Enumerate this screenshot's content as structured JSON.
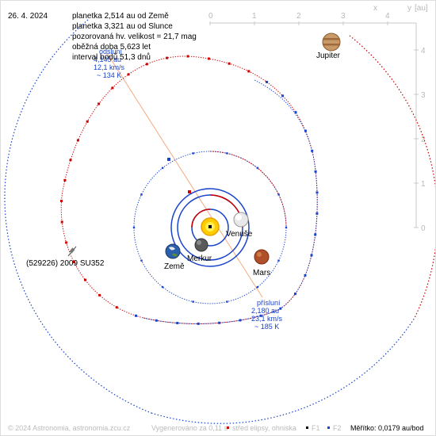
{
  "date": "26. 4. 2024",
  "info": {
    "line1": "planetka 2,514 au od Země",
    "line2": "planetka 3,321 au od Slunce",
    "line3": "pozorovaná hv. velikost = 21,7 mag",
    "line4": "oběžná doba 5,623 let",
    "line5": "interval bodů 51,3 dnů"
  },
  "axis": {
    "unit": "[au]",
    "x_label": "x",
    "y_label": "y",
    "x_ticks": [
      "0",
      "1",
      "2",
      "3",
      "4"
    ],
    "y_ticks": [
      "0",
      "1",
      "2",
      "3",
      "4"
    ]
  },
  "bodies": {
    "sun": "Slunce",
    "mercury": "Merkur",
    "venus": "Venuše",
    "earth": "Země",
    "mars": "Mars",
    "jupiter": "Jupiter",
    "asteroid": "(529226) 2009 SU352"
  },
  "aphelion": {
    "title": "odsluní",
    "distance": "4,145 au",
    "speed": "12,1 km/s",
    "temp": "~ 134 K"
  },
  "perihelion": {
    "title": "přísluní",
    "distance": "2,180 au",
    "speed": "23,1 km/s",
    "temp": "~ 185 K"
  },
  "footer": {
    "copyright": "© 2024 Astronomia, astronomia.zcu.cz",
    "generated": "Vygenerováno za 0,11 s",
    "legend_center": "střed elipsy, ohniska",
    "legend_f1": "F1",
    "legend_f2": "F2",
    "scale": "Měřítko: 0,0179 au/bod"
  },
  "colors": {
    "asteroid_orbit": "#cc0000",
    "planet_orbit": "#1a44cc",
    "apsis_line": "#f5a97f",
    "axis": "#c8c8c8"
  }
}
